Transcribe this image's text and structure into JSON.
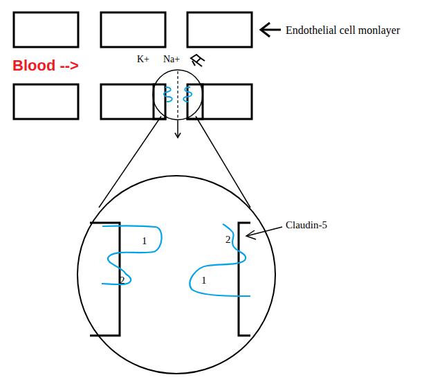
{
  "diagram": {
    "labels": [
      "Endothelial cell monlayer",
      "Blood -->",
      "K+",
      "Na+",
      "1",
      "2",
      "2",
      "1",
      "Claudin-5"
    ]
  }
}
